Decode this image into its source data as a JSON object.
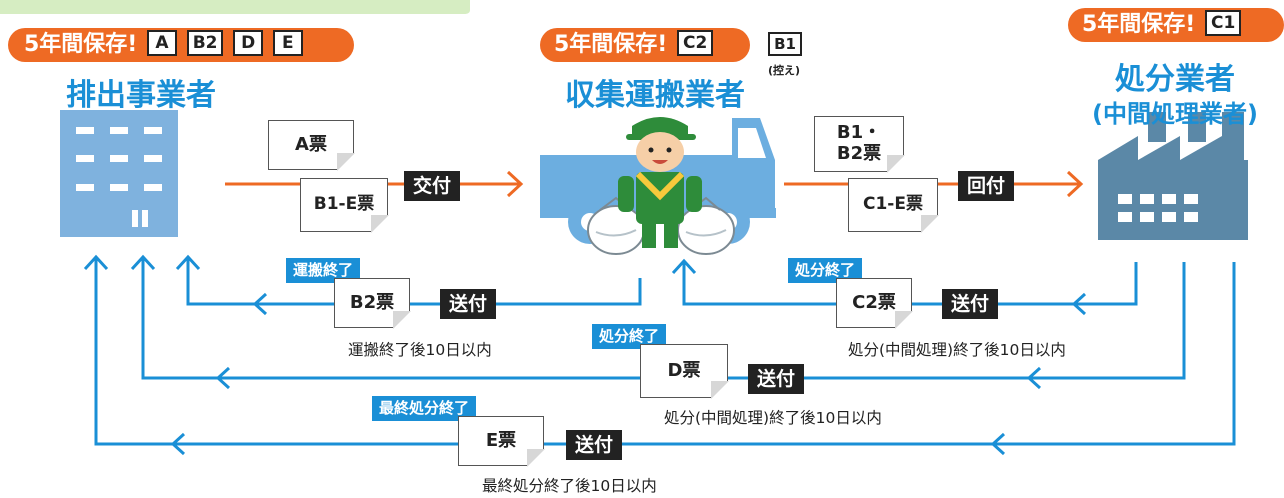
{
  "colors": {
    "orange": "#ee6a24",
    "blue": "#1a8fd6",
    "steel": "#5b88a7",
    "green": "#cfe9b8"
  },
  "storage": {
    "emitter": {
      "label": "5年間保存!",
      "codes": [
        "A",
        "B2",
        "D",
        "E"
      ]
    },
    "transporter": {
      "label": "5年間保存!",
      "codes": [
        "C2"
      ],
      "extra_code": "B1",
      "extra_note": "(控え)"
    },
    "processor": {
      "label": "5年間保存!",
      "codes": [
        "C1"
      ]
    }
  },
  "actors": {
    "emitter": "排出事業者",
    "transporter": "収集運搬業者",
    "processor_line1": "処分業者",
    "processor_line2": "(中間処理業者)"
  },
  "forward": [
    {
      "docs": [
        "A票",
        "B1-E票"
      ],
      "action": "交付"
    },
    {
      "docs": [
        "B1・\nB2票",
        "C1-E票"
      ],
      "action": "回付"
    }
  ],
  "returns": [
    {
      "status": "運搬終了",
      "doc": "B2票",
      "action": "送付",
      "deadline": "運搬終了後10日以内"
    },
    {
      "status": "処分終了",
      "doc": "C2票",
      "action": "送付",
      "deadline": "処分(中間処理)終了後10日以内"
    },
    {
      "status": "処分終了",
      "doc": "D票",
      "action": "送付",
      "deadline": "処分(中間処理)終了後10日以内"
    },
    {
      "status": "最終処分終了",
      "doc": "E票",
      "action": "送付",
      "deadline": "最終処分終了後10日以内"
    }
  ],
  "icons": [
    "office-building-icon",
    "dump-truck-icon",
    "worker-icon",
    "garbage-bag-icon",
    "factory-icon",
    "arrow-icon"
  ]
}
